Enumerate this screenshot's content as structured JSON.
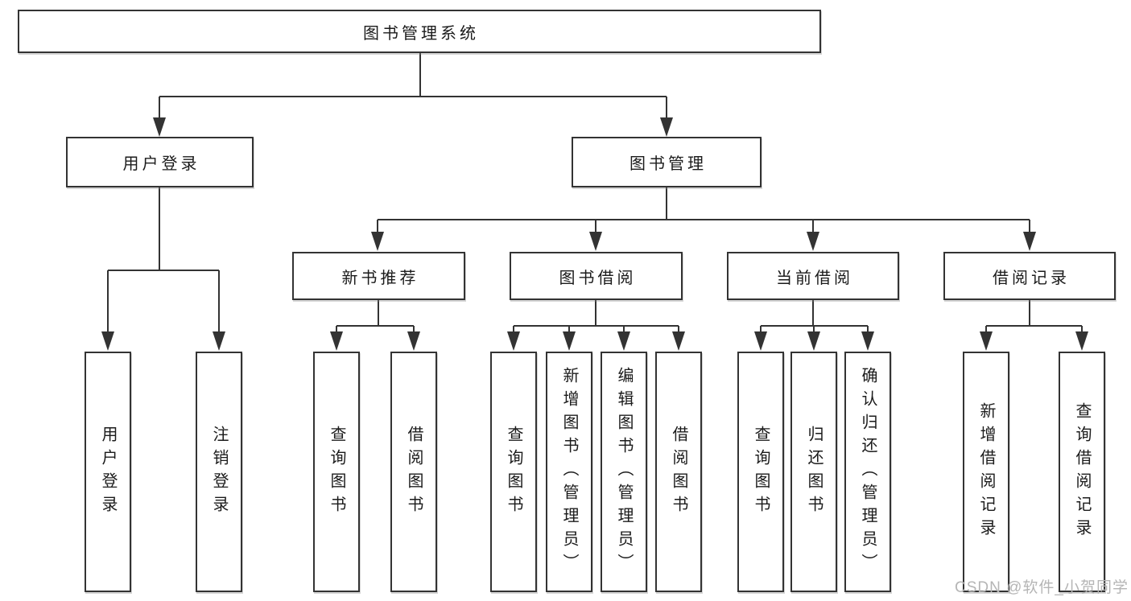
{
  "tree": {
    "root": {
      "label": "图书管理系统"
    },
    "branches": [
      {
        "label": "用户登录",
        "children": [
          {
            "label": "用户登录"
          },
          {
            "label": "注销登录"
          }
        ]
      },
      {
        "label": "图书管理",
        "groups": [
          {
            "label": "新书推荐",
            "children": [
              {
                "label": "查询图书"
              },
              {
                "label": "借阅图书"
              }
            ]
          },
          {
            "label": "图书借阅",
            "children": [
              {
                "label": "查询图书"
              },
              {
                "label": "新增图书（管理员）"
              },
              {
                "label": "编辑图书（管理员）"
              },
              {
                "label": "借阅图书"
              }
            ]
          },
          {
            "label": "当前借阅",
            "children": [
              {
                "label": "查询图书"
              },
              {
                "label": "归还图书"
              },
              {
                "label": "确认归还（管理员）"
              }
            ]
          },
          {
            "label": "借阅记录",
            "children": [
              {
                "label": "新增借阅记录"
              },
              {
                "label": "查询借阅记录"
              }
            ]
          }
        ]
      }
    ]
  },
  "watermark": {
    "text": "CSDN @软件_小贺同学"
  },
  "colors": {
    "line": "#333333",
    "text": "#1b1b1b",
    "watermark": "#b5b5b5",
    "background": "#ffffff"
  }
}
